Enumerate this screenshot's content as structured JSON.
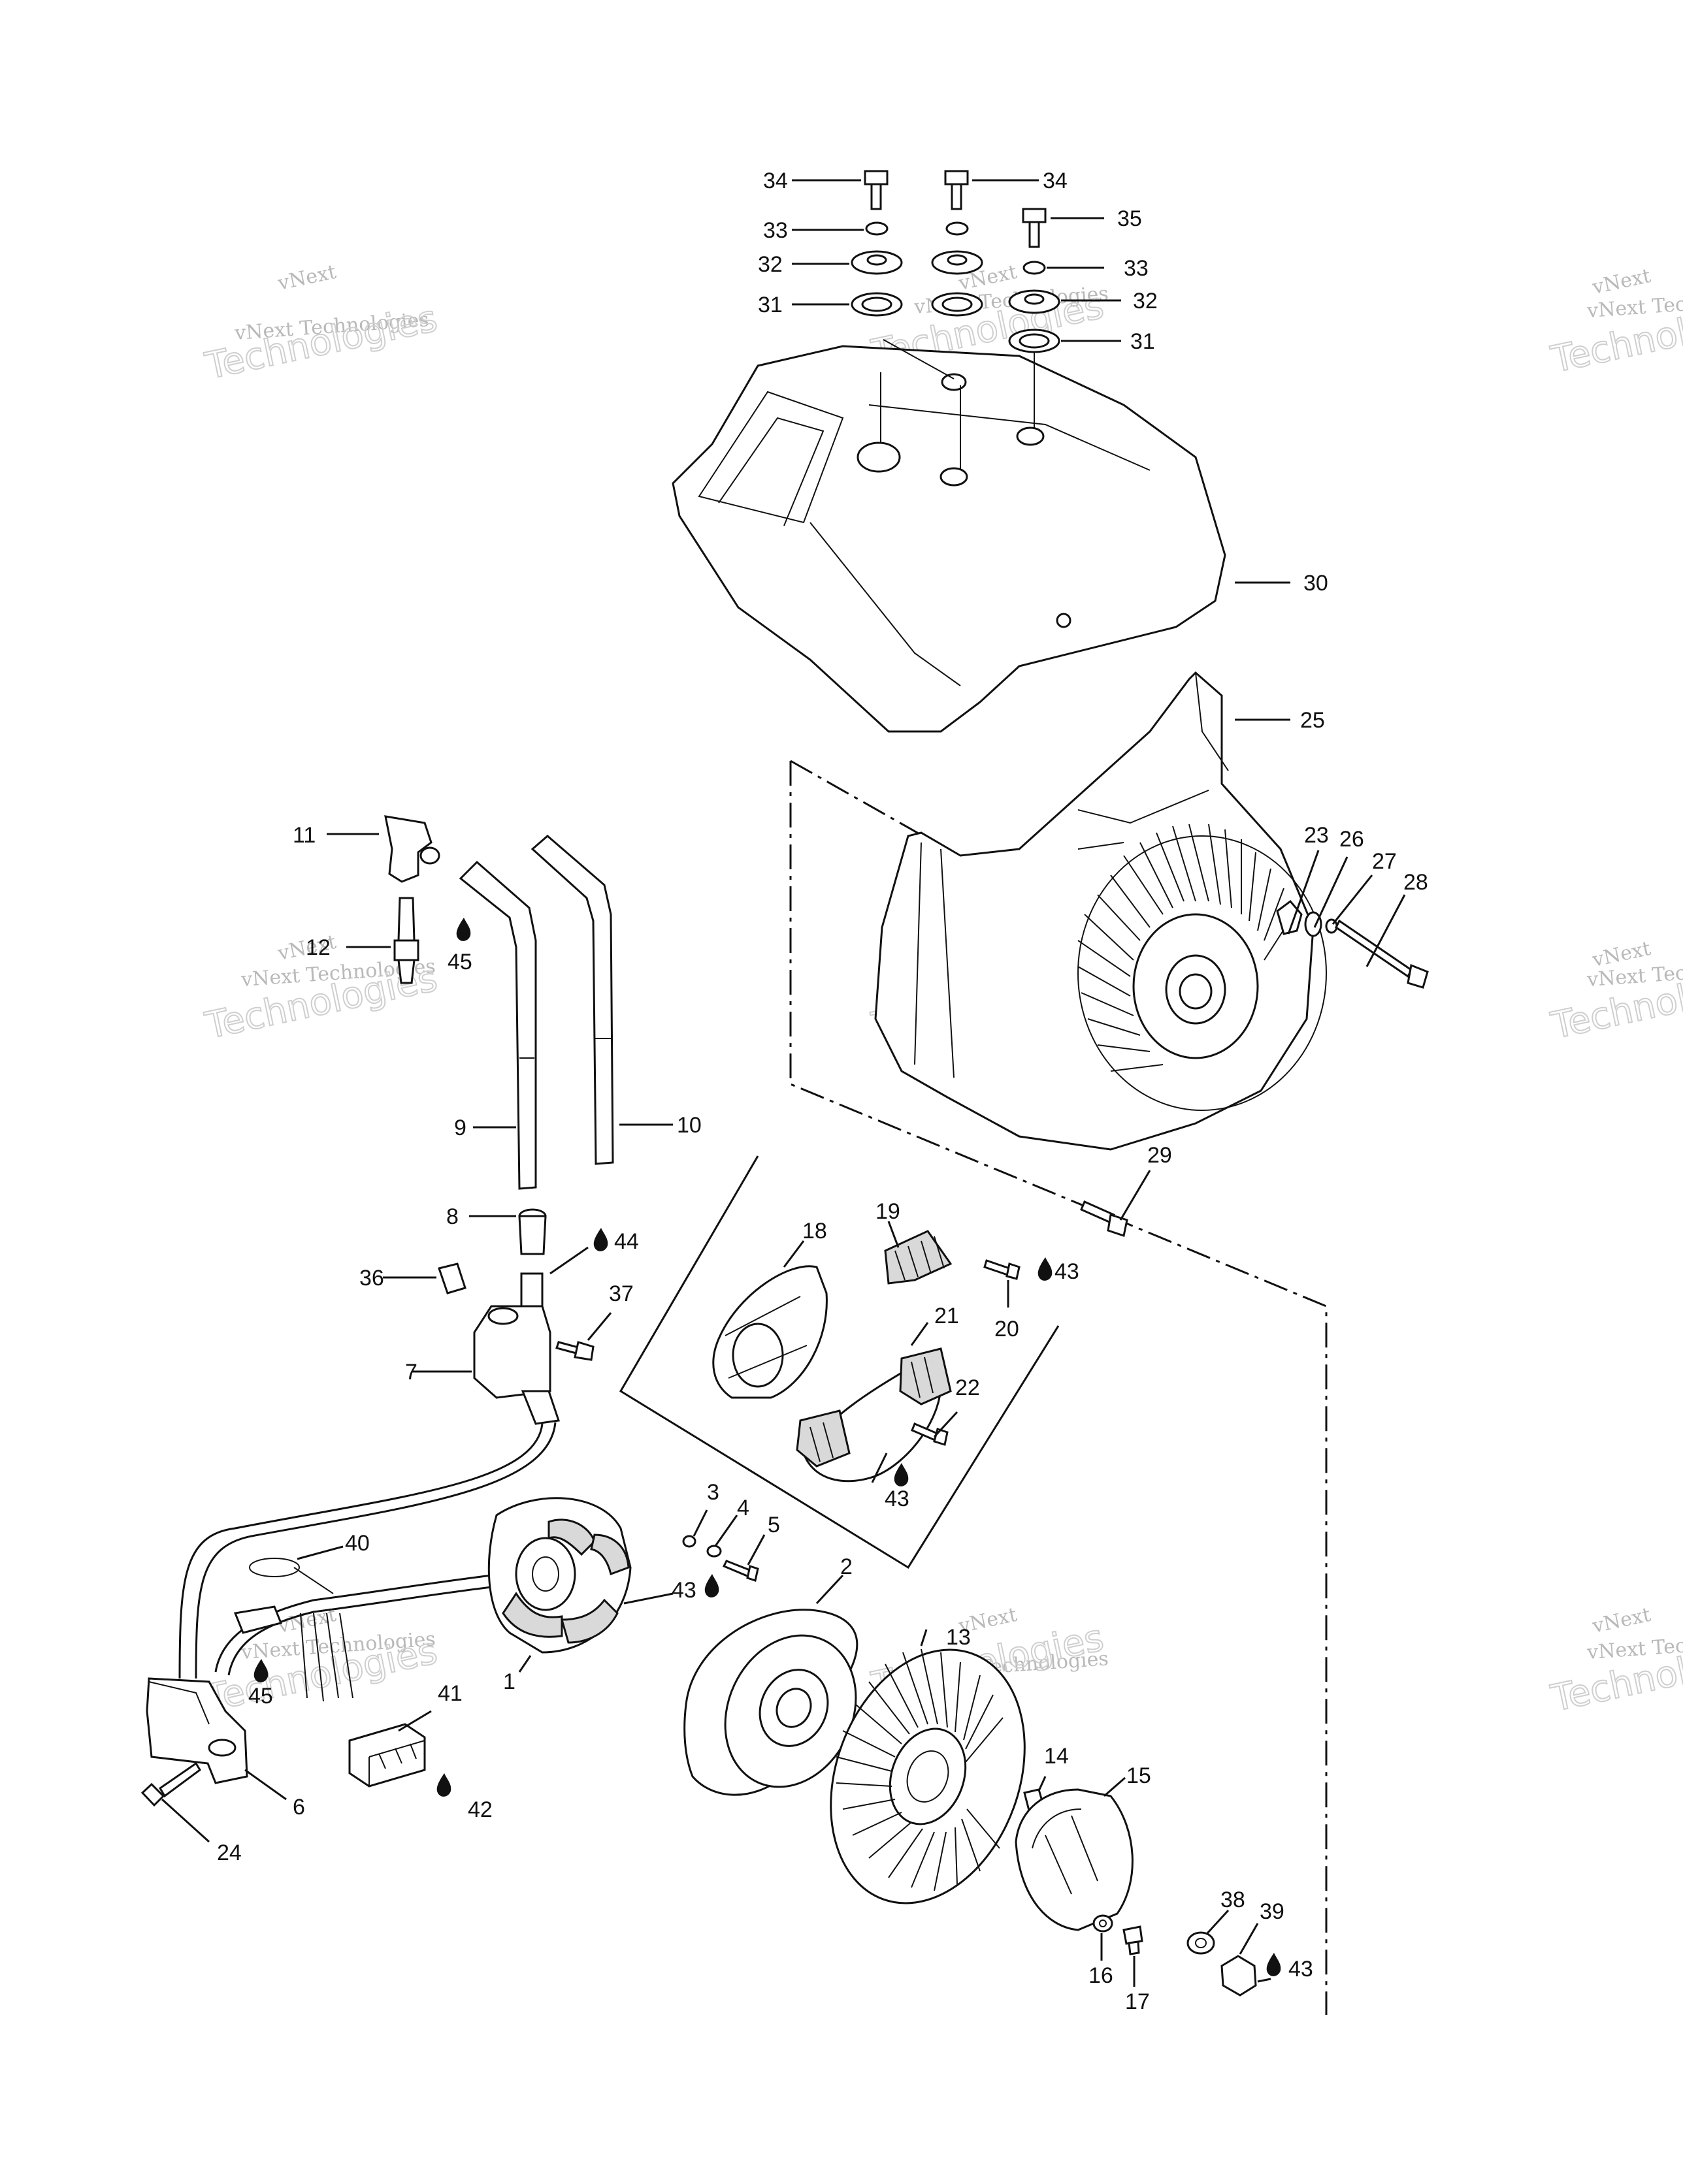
{
  "callouts": [
    "1",
    "2",
    "3",
    "4",
    "5",
    "6",
    "7",
    "8",
    "9",
    "10",
    "11",
    "12",
    "13",
    "14",
    "15",
    "16",
    "17",
    "18",
    "19",
    "20",
    "21",
    "22",
    "23",
    "24",
    "25",
    "26",
    "27",
    "28",
    "29",
    "30",
    "31",
    "32",
    "33",
    "34",
    "35",
    "36",
    "37",
    "38",
    "39",
    "40",
    "41",
    "42",
    "43",
    "44",
    "45"
  ],
  "watermark": {
    "line1": "vNext",
    "line2": "vNext Technologies",
    "line3": "Technologies",
    "partial_a": "vNext",
    "partial_b": "vNext Tec",
    "partial_c": "Technol"
  }
}
